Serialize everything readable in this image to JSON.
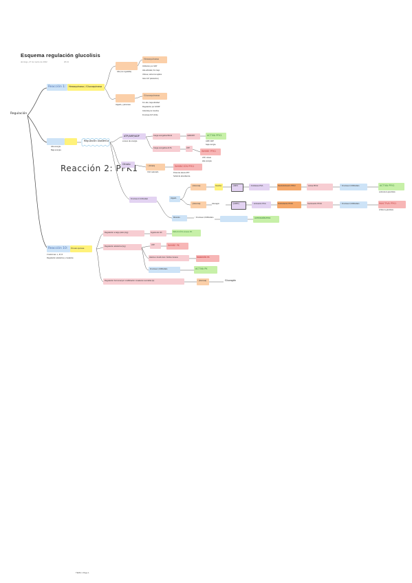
{
  "header": {
    "mark": ".",
    "title": "Esquema regulación glucolisis",
    "date": "domingo, 27 de marzo de 2022",
    "time": "20:21"
  },
  "footer": {
    "label": "TEMA 1 Page 1"
  },
  "colors": {
    "blue": "#cde3f7",
    "yellow": "#fff27a",
    "pink": "#f7cdd2",
    "peach": "#fbcfa8",
    "purple": "#e3d3f2",
    "green": "#c7f0a8",
    "orange": "#f5a86a",
    "salmon": "#f7b6b6",
    "ink_blue": "#4a6fb3",
    "ink_red": "#c94040",
    "ink_green": "#3d8a3d",
    "ink_purple": "#7a4fa6"
  },
  "tree": {
    "root": "Regulación",
    "r1": {
      "label": "Reacción 1:",
      "enzymes": "Hexoquinasa / Glucoquinasa",
      "branch_a": {
        "label": "Hexoquinasa",
        "note": "Alta (no regulable)",
        "notes": [
          "Inhibición por G6P",
          "Alta afinidad, Km bajo",
          "Ubicua, todos los tejidos",
          "Gluc-6-P (alostérico)"
        ]
      },
      "branch_b": {
        "label": "Glucoquinasa",
        "notes": [
          "Hígado y páncreas",
          "Km alto, baja afinidad",
          "Regulación por GKRP",
          "Inducida por insulina",
          "Fructosa-6-P inhibe"
        ]
      }
    },
    "r2": {
      "label": "Reacción 2: PFK1",
      "alosterica": "Regulación alostérica",
      "alo_notes": [
        "Alta energía",
        "Baja energía"
      ],
      "atp": "ATP/AMP/ADP",
      "atp_notes": [
        "exceso de energía"
      ],
      "carga_baja": "Carga energética BAJA",
      "amp_atp": "AMP/ATP",
      "activa_pfk1": "ACTIVA PFK1",
      "activa_notes": [
        "AMP, ADP",
        "baja energía"
      ],
      "carga_alta": "Carga energética ALTA",
      "atp2": "ATP",
      "inhibe_pfk1": "INHIBE PFK1",
      "inhibe_notes": [
        "ATP, citrato",
        "alta energía"
      ],
      "citrato": "Citrato",
      "citrato_sub": "↑ [Citrato]",
      "citrato_sub2": "CAC saturado",
      "inhibicion": "INHIBICIÓN PFK1",
      "inhibicion_notes": [
        "Potencia efecto ATP",
        "Señal de abundancia"
      ],
      "f26": "Fructosa 2,6-bifosfato",
      "higado": "Hígado",
      "glucosa_up": "↑[Glucosa]",
      "insulina": "Insulina",
      "ampc_down": "↓AMPc",
      "fosfatasa_pka": "↓ Fosfatasa PKA",
      "desfosforilacion": "Desfosforilación PFK2",
      "activa_pfk2": "Activa PFK2",
      "f26_up": "↑ Fructosa 2,6-Bifosfato",
      "activa_pfk1b": "ACTIVA PFK1",
      "activa_note": "estimula la glucólisis",
      "glucosa_down": "↓[Glucosa]",
      "glucagon": "Glucagón",
      "ampc_up": "↑[AMPc]",
      "activa_pka": "↑ Activación PKA",
      "fosforilacion": "Fosforilación PFK2",
      "inactivacion": "Inactivación PFK2",
      "f26_down": "↓ Fructosa 2,6-Bifosfato",
      "inactiva_pfk1": "INACTIVA PFK1",
      "inactiva_note": "inhibe la glucólisis",
      "musculo": "Músculo",
      "musculo_f26": "↑ Fructosa 2,6-Bifosfato",
      "activacion_pfk1": "ACTIVACIÓN PFK1"
    },
    "r10": {
      "label": "Reacción 10:",
      "enzyme": "Piruvato quinasa",
      "notes": [
        "3 isoformas: L, M, R",
        "Regulación alostérica y covalente"
      ],
      "largo": "Regulación a largo plazo (Hg)",
      "largo_note": "Ingesta de HC",
      "induccion": "INDUCCIÓN síntesis PK",
      "alo": "Regulación alostérica (Hg)",
      "alo_atp": "ATP",
      "inhibe_pk": "INHIBE PK",
      "alanina": "Alanina / Acetil-CoA / Ácidos Grasos",
      "inhibicion_pk": "INHIBICIÓN PK",
      "f16": "Fructosa 1,6-Bifosfato",
      "activa_pk": "ACTIVA PK",
      "hormonal": "Regulación hormonal por modificación covalente reversible (H)",
      "glucosa_down": "↓ [Glucosa]",
      "glucagon": "Glucagón"
    }
  }
}
